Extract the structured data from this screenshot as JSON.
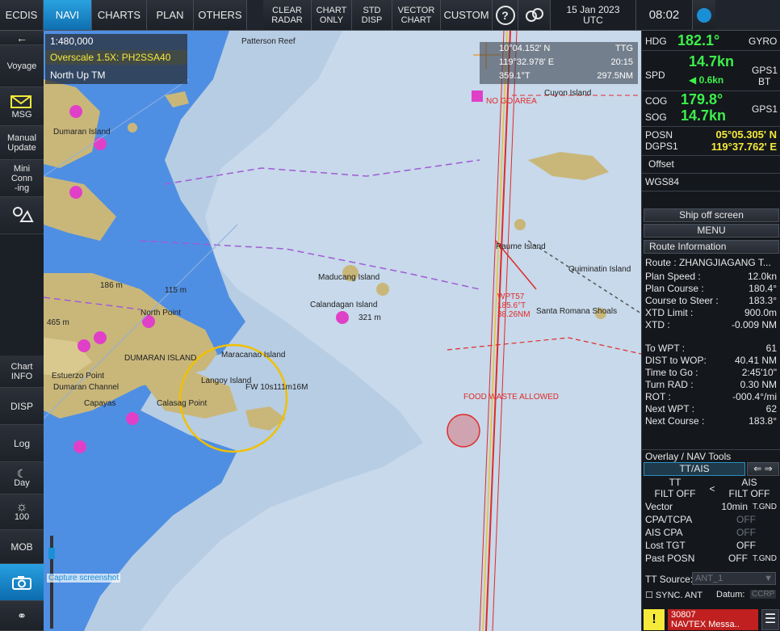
{
  "topbar": {
    "ecdis": "ECDIS",
    "navi": "NAVI",
    "charts": "CHARTS",
    "plan": "PLAN",
    "others": "OTHERS",
    "clear_radar_1": "CLEAR",
    "clear_radar_2": "RADAR",
    "chart_only_1": "CHART",
    "chart_only_2": "ONLY",
    "std_disp_1": "STD",
    "std_disp_2": "DISP",
    "vector_chart_1": "VECTOR",
    "vector_chart_2": "CHART",
    "custom": "CUSTOM",
    "help": "?",
    "date": "15 Jan 2023",
    "tz": "UTC",
    "time": "08:02"
  },
  "leftbar": {
    "voyage": "Voyage",
    "msg": "MSG",
    "manual_update_1": "Manual",
    "manual_update_2": "Update",
    "mini_conn_1": "Mini",
    "mini_conn_2": "Conn",
    "mini_conn_3": "-ing",
    "chart_info_1": "Chart",
    "chart_info_2": "INFO",
    "disp": "DISP",
    "log": "Log",
    "day": "Day",
    "brightness": "100",
    "mob": "MOB"
  },
  "map": {
    "scale": "1:480,000",
    "overscale": "Overscale 1.5X: PH2SSA40",
    "orientation": "North Up TM",
    "cursor_lat": "10°04.152' N",
    "cursor_ttg": "TTG",
    "cursor_lon": "119°32.978' E",
    "cursor_time": "20:15",
    "cursor_brg": "359.1°T",
    "cursor_rng": "297.5NM",
    "capture": "Capture screenshot",
    "labels": {
      "patterson": "Patterson Reef",
      "no_go": "NO GO AREA",
      "cuyon": "Cuyon Island",
      "dumaran_island": "Dumaran Island",
      "maducang": "Maducang Island",
      "calandagan": "Calandagan Island",
      "north_point": "North Point",
      "dumaran": "DUMARAN ISLAND",
      "estuerzo": "Estuerzo Point",
      "dumaran_ch": "Dumaran Channel",
      "food_waste": "FOOD WASTE ALLOWED",
      "quiminatin": "Quiminatin Island",
      "raume": "Raume Island",
      "santa_romana": "Santa Romana Shoals",
      "wpt": "WPT57",
      "wpt_brg": "185.6°T",
      "wpt_rng": "38.26NM",
      "depth_115": "115 m",
      "depth_186": "186 m",
      "depth_465": "465 m",
      "depth_321": "321 m",
      "fw": "FW 10s111m16M",
      "maracanao": "Maracanao Island",
      "calasag": "Calasag Point",
      "langoy": "Langoy Island",
      "capayas": "Capayas"
    }
  },
  "right": {
    "hdg_label": "HDG",
    "hdg_value": "182.1°",
    "hdg_src": "GYRO",
    "spd_label": "SPD",
    "spd_value": "14.7kn",
    "spd_sub": "0.6kn",
    "spd_src1": "GPS1",
    "spd_src2": "BT",
    "cog_label": "COG",
    "cog_value": "179.8°",
    "sog_label": "SOG",
    "sog_value": "14.7kn",
    "cog_src": "GPS1",
    "posn_label": "POSN",
    "posn_src": "DGPS1",
    "posn_lat": "05°05.305' N",
    "posn_lon": "119°37.762' E",
    "offset": "Offset",
    "datum": "WGS84",
    "ship_off_screen": "Ship off screen",
    "menu": "MENU",
    "route_info": "Route Information",
    "route": "Route : ZHANGJIAGANG T...",
    "plan_speed_k": "Plan Speed :",
    "plan_speed_v": "12.0kn",
    "plan_course_k": "Plan Course :",
    "plan_course_v": "180.4°",
    "course_steer_k": "Course to Steer :",
    "course_steer_v": "183.3°",
    "xtd_limit_k": "XTD Limit :",
    "xtd_limit_v": "900.0m",
    "xtd_k": "XTD :",
    "xtd_v": "-0.009 NM",
    "to_wpt_k": "To WPT :",
    "to_wpt_v": "61",
    "dist_wop_k": "DIST to WOP:",
    "dist_wop_v": "40.41 NM",
    "time_go_k": "Time to Go :",
    "time_go_v": "2:45'10\"",
    "turn_rad_k": "Turn RAD :",
    "turn_rad_v": "0.30 NM",
    "rot_k": "ROT :",
    "rot_v": "-000.4°/mi",
    "next_wpt_k": "Next WPT :",
    "next_wpt_v": "62",
    "next_course_k": "Next Course :",
    "next_course_v": "183.8°",
    "overlay": "Overlay / NAV Tools",
    "tt_ais": "TT/AIS",
    "tt": "TT",
    "ais": "AIS",
    "filt_off_1": "FILT OFF",
    "filt_off_2": "FILT OFF",
    "vector_k": "Vector",
    "vector_v": "10min",
    "vector_mode": "T.GND",
    "cpa_tcpa": "CPA/TCPA",
    "cpa_tcpa_v": "OFF",
    "ais_cpa": "AIS CPA",
    "ais_cpa_v": "OFF",
    "lost_tgt": "Lost TGT",
    "lost_tgt_v": "OFF",
    "past_posn": "Past POSN",
    "past_posn_v": "OFF",
    "past_posn_mode": "T.GND",
    "tt_source_k": "TT Source:",
    "tt_source_v": "ANT_1",
    "sync_ant": "SYNC. ANT",
    "datum_k": "Datum:",
    "datum_v": "CCRP",
    "alert_code": "30807",
    "alert_text": "NAVTEX Messa.."
  },
  "colors": {
    "accent": "#1a8fd6",
    "value_green": "#3cf04a",
    "value_yellow": "#f5e93a",
    "deep_water": "#c7d9ea",
    "shallow_water": "#4f8fe3",
    "land": "#c9b77a",
    "alert_red": "#e12a2a"
  }
}
